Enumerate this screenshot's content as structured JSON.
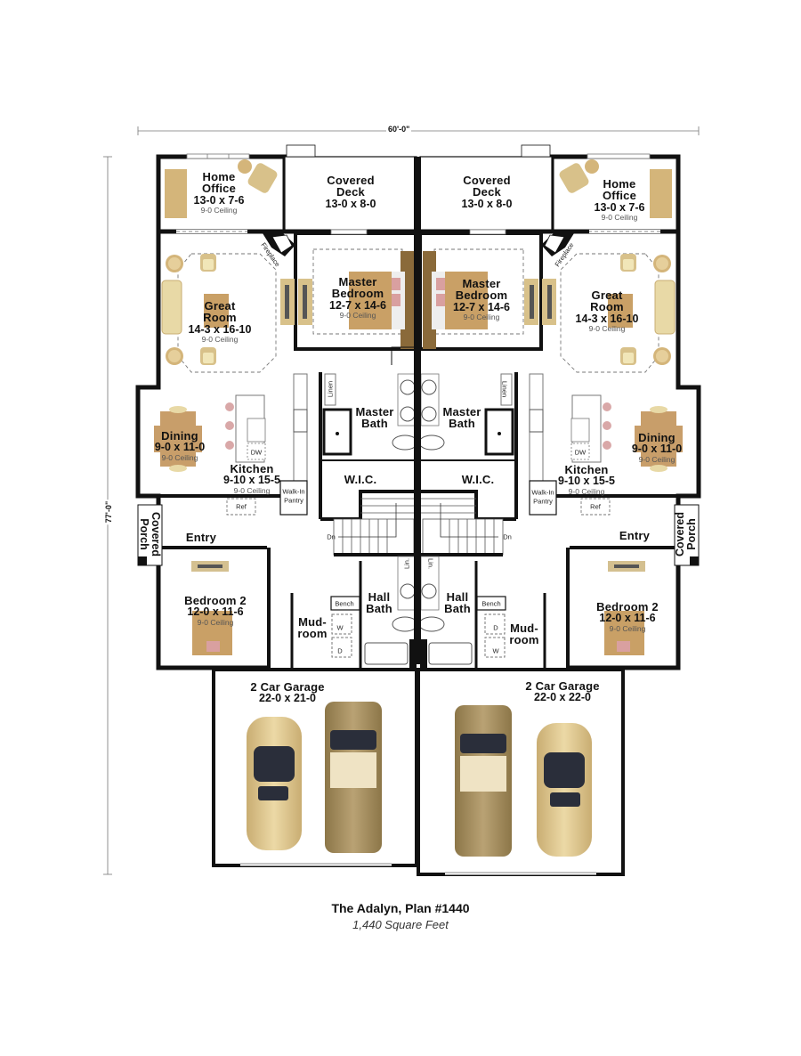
{
  "dimensions": {
    "width": "60'-0\"",
    "depth": "77'-0\""
  },
  "title": "The Adalyn, Plan #1440",
  "subtitle": "1,440 Square Feet",
  "units": {
    "left": {
      "home_office": {
        "name_line1": "Home",
        "name_line2": "Office",
        "size": "13-0 x 7-6",
        "ceiling": "9-0 Ceiling"
      },
      "covered_deck": {
        "name_line1": "Covered",
        "name_line2": "Deck",
        "size": "13-0 x 8-0"
      },
      "great_room": {
        "name_line1": "Great",
        "name_line2": "Room",
        "size": "14-3 x 16-10",
        "ceiling": "9-0 Ceiling"
      },
      "fireplace": "Fireplace",
      "master_bedroom": {
        "name_line1": "Master",
        "name_line2": "Bedroom",
        "size": "12-7 x 14-6",
        "ceiling": "9-0 Ceiling"
      },
      "dining": {
        "name": "Dining",
        "size": "9-0 x 11-0",
        "ceiling": "9-0 Ceiling"
      },
      "kitchen": {
        "name": "Kitchen",
        "size": "9-10 x 15-5",
        "ceiling": "9-0 Ceiling"
      },
      "dw": "DW",
      "ref": "Ref",
      "pantry_line1": "Walk-In",
      "pantry_line2": "Pantry",
      "linen": "Linen",
      "master_bath": {
        "name_line1": "Master",
        "name_line2": "Bath"
      },
      "wic": "W.I.C.",
      "covered_porch": {
        "name_line1": "Covered",
        "name_line2": "Porch"
      },
      "entry": "Entry",
      "stairs_down": "Dn",
      "bedroom2": {
        "name": "Bedroom 2",
        "size": "12-0 x 11-6",
        "ceiling": "9-0 Ceiling"
      },
      "mudroom": {
        "name_line1": "Mud-",
        "name_line2": "room"
      },
      "bench": "Bench",
      "washer": "W",
      "dryer": "D",
      "hall_bath": {
        "name_line1": "Hall",
        "name_line2": "Bath"
      },
      "lin": "Lin.",
      "garage": {
        "name": "2 Car Garage",
        "size": "22-0 x 21-0"
      }
    },
    "right": {
      "home_office": {
        "name_line1": "Home",
        "name_line2": "Office",
        "size": "13-0 x 7-6",
        "ceiling": "9-0 Ceiling"
      },
      "covered_deck": {
        "name_line1": "Covered",
        "name_line2": "Deck",
        "size": "13-0 x 8-0"
      },
      "great_room": {
        "name_line1": "Great",
        "name_line2": "Room",
        "size": "14-3 x 16-10",
        "ceiling": "9-0 Ceiling"
      },
      "fireplace": "Fireplace",
      "master_bedroom": {
        "name_line1": "Master",
        "name_line2": "Bedroom",
        "size": "12-7 x 14-6",
        "ceiling": "9-0 Ceiling"
      },
      "dining": {
        "name": "Dining",
        "size": "9-0 x 11-0",
        "ceiling": "9-0 Ceiling"
      },
      "kitchen": {
        "name": "Kitchen",
        "size": "9-10 x 15-5",
        "ceiling": "9-0 Ceiling"
      },
      "dw": "DW",
      "ref": "Ref",
      "pantry_line1": "Walk-In",
      "pantry_line2": "Pantry",
      "linen": "Linen",
      "master_bath": {
        "name_line1": "Master",
        "name_line2": "Bath"
      },
      "wic": "W.I.C.",
      "covered_porch": {
        "name_line1": "Covered",
        "name_line2": "Porch"
      },
      "entry": "Entry",
      "stairs_down": "Dn",
      "bedroom2": {
        "name": "Bedroom 2",
        "size": "12-0 x 11-6",
        "ceiling": "9-0 Ceiling"
      },
      "mudroom": {
        "name_line1": "Mud-",
        "name_line2": "room"
      },
      "bench": "Bench",
      "washer": "W",
      "dryer": "D",
      "hall_bath": {
        "name_line1": "Hall",
        "name_line2": "Bath"
      },
      "lin": "Lin.",
      "garage": {
        "name": "2 Car Garage",
        "size": "22-0 x 22-0"
      }
    }
  },
  "colors": {
    "wall": "#111111",
    "furniture_light": "#e8d9a6",
    "furniture_mid": "#c9a66b",
    "furniture_dark": "#8a6a3a",
    "car_light": "#d8c18a",
    "truck": "#a8915f",
    "pillow": "#d9a0a0",
    "glass": "#2a2e3a"
  }
}
